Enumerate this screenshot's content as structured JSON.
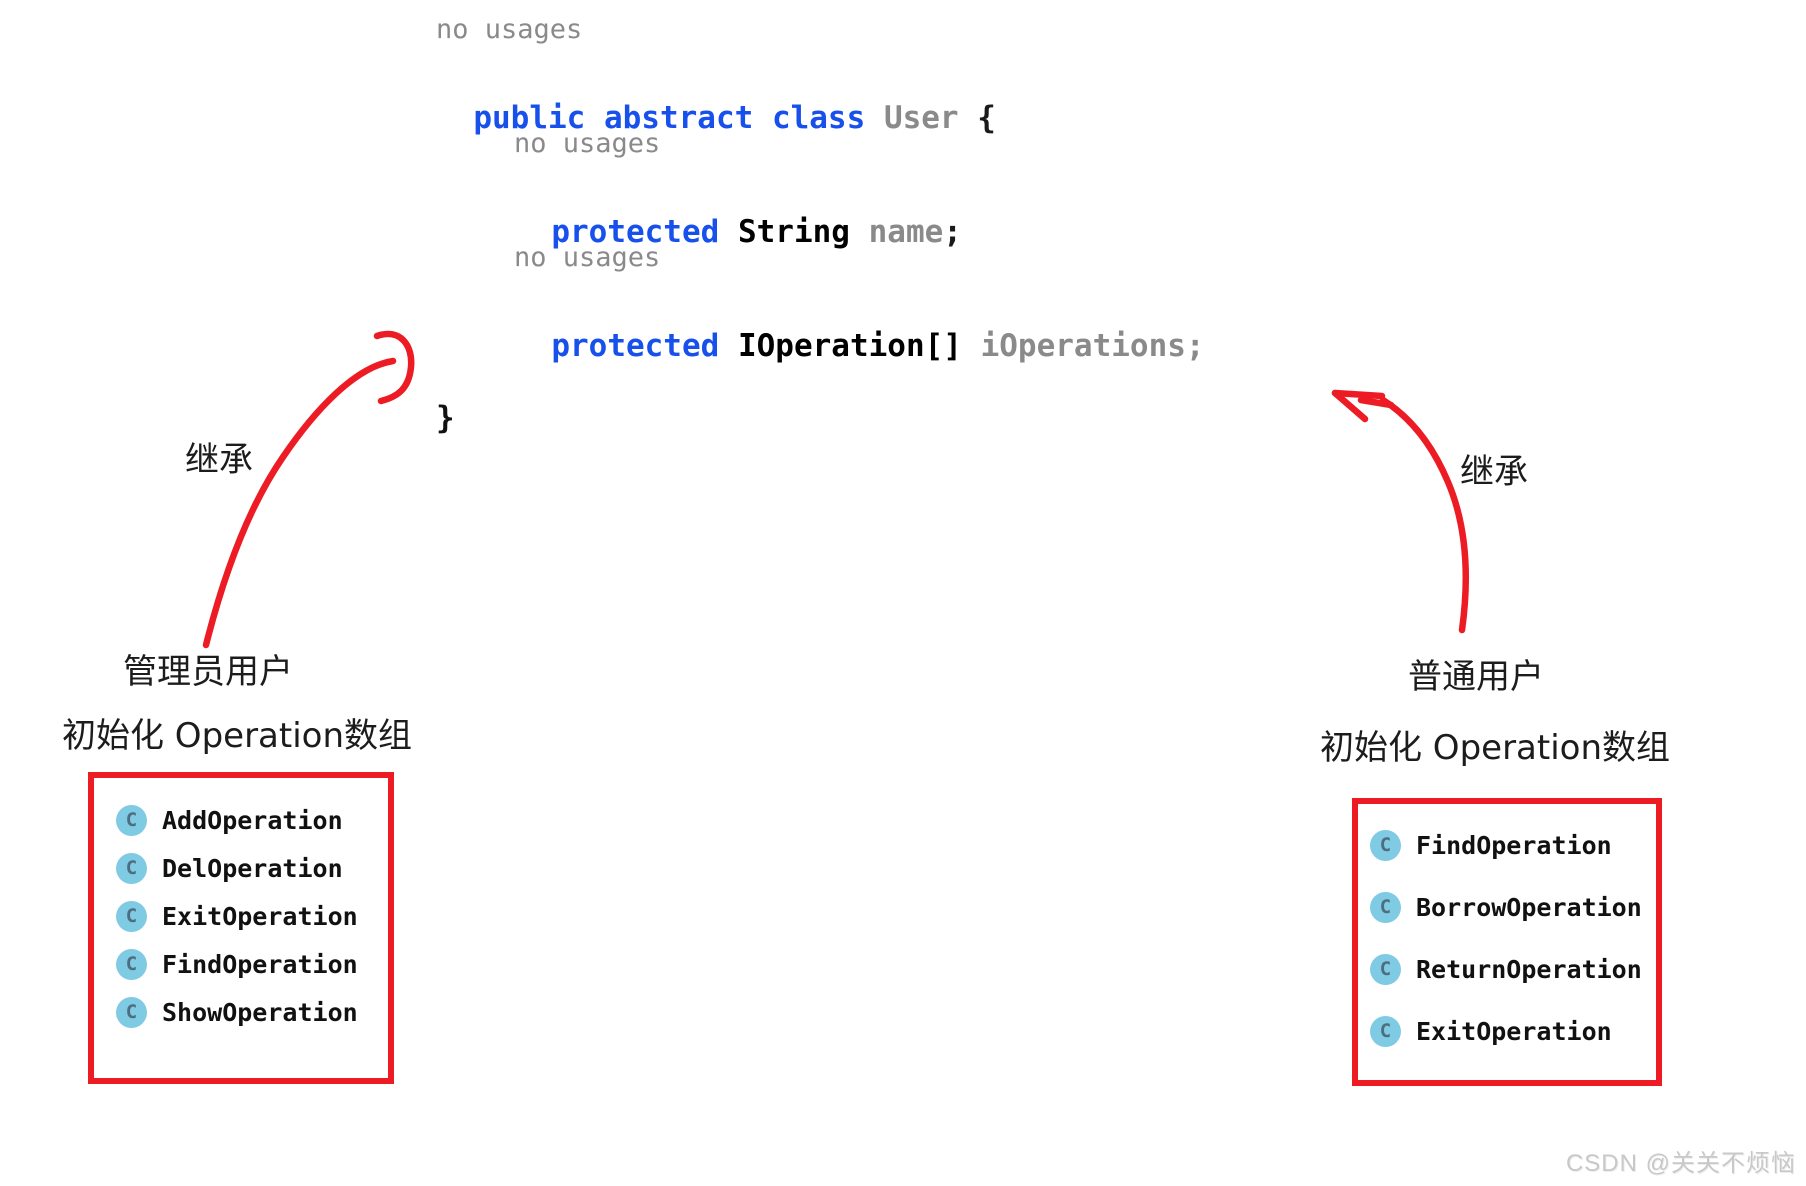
{
  "colors": {
    "annotation_red": "#ed1c24",
    "keyword_blue": "#1750eb",
    "unused_gray": "#8a8a8a",
    "class_icon_bg": "#7fcbe4",
    "class_icon_letter": "#4d6e7e"
  },
  "editor": {
    "usage_hint": "no usages",
    "class_line": {
      "keywords": "public abstract class ",
      "name": "User ",
      "open_brace": "{"
    },
    "name_field_line": {
      "keyword": "protected ",
      "type": "String ",
      "identifier": "name",
      "semicolon": ";"
    },
    "ops_field_line": {
      "keyword": "protected ",
      "type": "IOperation[] ",
      "identifier": "iOperations",
      "semicolon": ";"
    },
    "close_brace": "}"
  },
  "left_annotation": {
    "inherit_label": "继承",
    "user_title": "管理员用户",
    "array_title": "初始化 Operation数组",
    "class_icon_letter": "C",
    "classes": [
      "AddOperation",
      "DelOperation",
      "ExitOperation",
      "FindOperation",
      "ShowOperation"
    ]
  },
  "right_annotation": {
    "inherit_label": "继承",
    "user_title": "普通用户",
    "array_title": "初始化 Operation数组",
    "class_icon_letter": "C",
    "classes": [
      "FindOperation",
      "BorrowOperation",
      "ReturnOperation",
      "ExitOperation"
    ]
  },
  "watermark": "CSDN @关关不烦恼"
}
